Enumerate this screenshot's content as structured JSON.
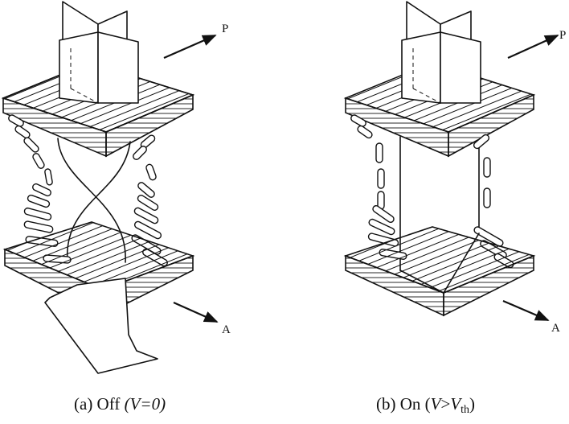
{
  "figure": {
    "panel_a": {
      "polarizer_label": "P",
      "analyzer_label": "A",
      "caption_prefix": "(a) Off",
      "caption_condition": "(V=0)"
    },
    "panel_b": {
      "polarizer_label": "P",
      "analyzer_label": "A",
      "caption_prefix": "(b) On",
      "caption_var": "V",
      "caption_op": ">",
      "caption_vth_base": "V",
      "caption_vth_sub": "th"
    }
  }
}
